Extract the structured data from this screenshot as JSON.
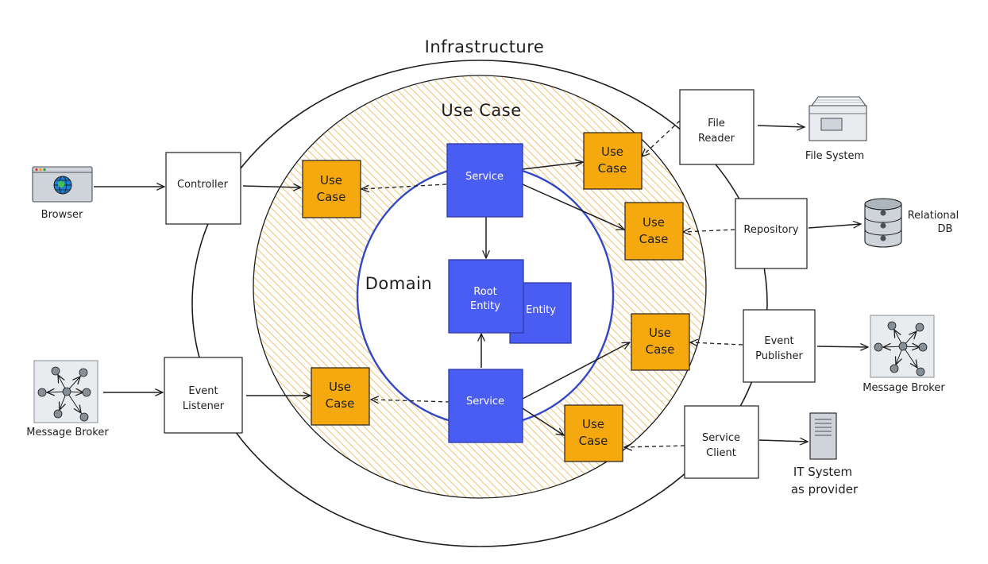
{
  "rings": {
    "infrastructure": "Infrastructure",
    "use_case": "Use Case",
    "domain": "Domain"
  },
  "domain_nodes": {
    "service_top": "Service",
    "service_bottom": "Service",
    "root_entity": [
      "Root",
      "Entity"
    ],
    "entity": "Entity"
  },
  "use_cases": {
    "left_top": [
      "Use",
      "Case"
    ],
    "left_bottom": [
      "Use",
      "Case"
    ],
    "right_1": [
      "Use",
      "Case"
    ],
    "right_2": [
      "Use",
      "Case"
    ],
    "right_3": [
      "Use",
      "Case"
    ],
    "right_4": [
      "Use",
      "Case"
    ]
  },
  "adapters": {
    "controller": [
      "Controller"
    ],
    "event_listener": [
      "Event",
      "Listener"
    ],
    "file_reader": [
      "File",
      "Reader"
    ],
    "repository": [
      "Repository"
    ],
    "event_publisher": [
      "Event",
      "Publisher"
    ],
    "service_client": [
      "Service",
      "Client"
    ]
  },
  "externals": {
    "browser": [
      "Browser"
    ],
    "message_broker_left": [
      "Message Broker"
    ],
    "file_system": [
      "File System"
    ],
    "relational_db": [
      "Relational",
      "DB"
    ],
    "message_broker_right": [
      "Message Broker"
    ],
    "it_system": [
      "IT System",
      "as provider"
    ]
  },
  "icons": {
    "browser": "browser-globe-icon",
    "message_broker": "message-broker-network-icon",
    "file_system": "file-cabinet-icon",
    "relational_db": "database-icon",
    "it_system": "server-icon"
  },
  "colors": {
    "use_case_fill": "#f5a90f",
    "use_case_hatch": "#f2b24a",
    "domain_fill": "#4a5df2",
    "domain_stroke": "#3d4fc7",
    "domain_ring": "#3448c5",
    "stroke": "#1e1e1e",
    "box_fill": "#ffffff"
  }
}
